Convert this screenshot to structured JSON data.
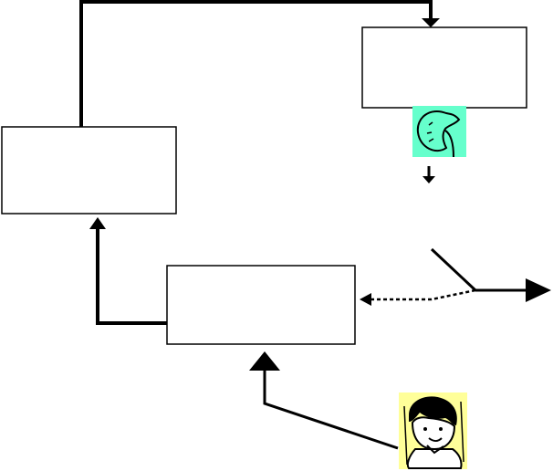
{
  "diagram": {
    "boxes": [
      {
        "id": "box-left",
        "label": ""
      },
      {
        "id": "box-top-right",
        "label": ""
      },
      {
        "id": "box-center",
        "label": ""
      }
    ],
    "icons": [
      {
        "name": "kidney-icon",
        "fill": "#66ffcc",
        "stroke": "#000000"
      },
      {
        "name": "person-eating-icon",
        "frame": "#ffff99"
      }
    ],
    "switch": {
      "state": "open"
    },
    "colors": {
      "stroke": "#000000",
      "background": "#ffffff"
    }
  }
}
